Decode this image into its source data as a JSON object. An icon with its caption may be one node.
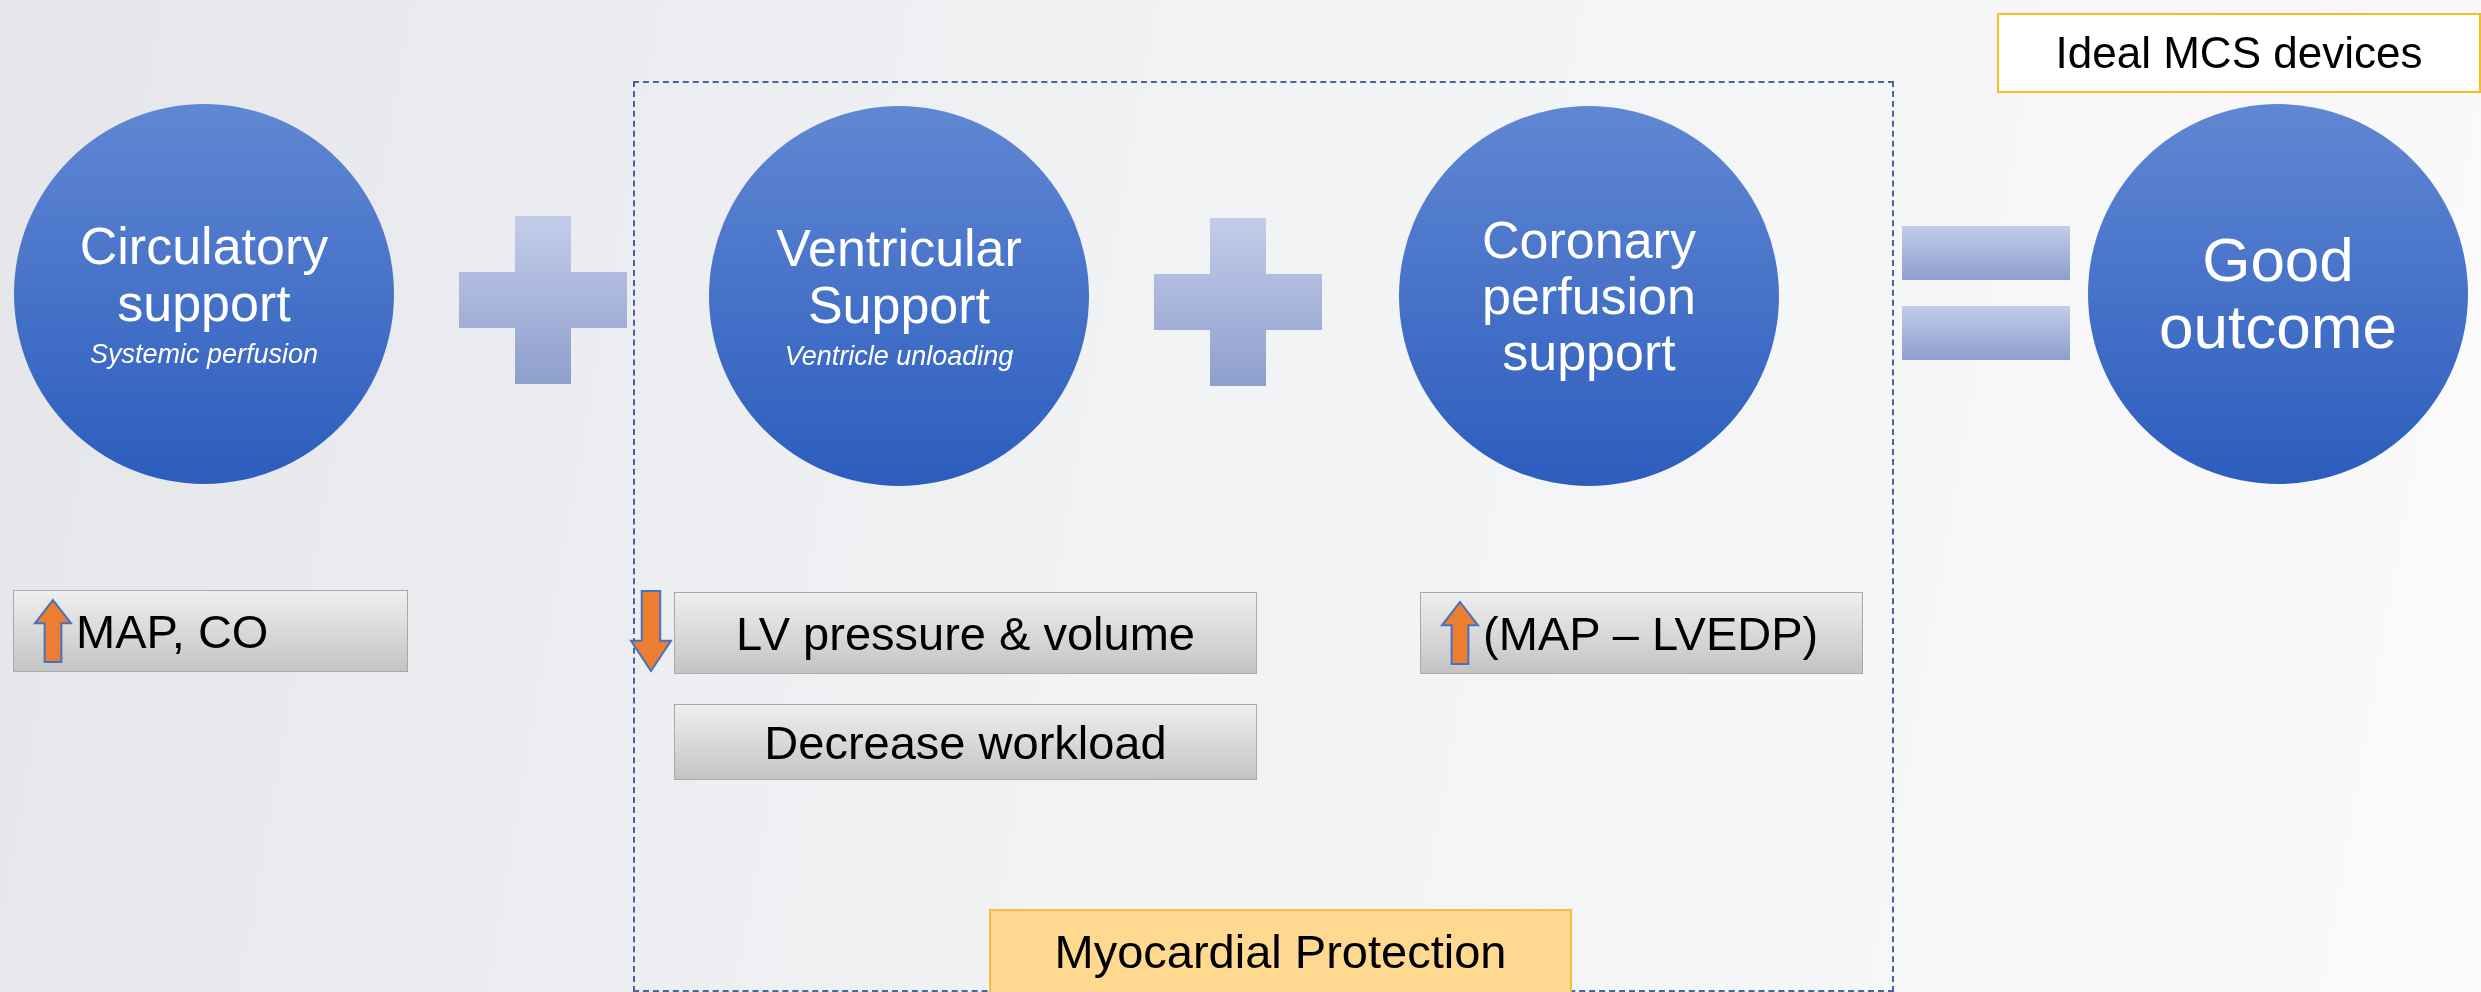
{
  "diagram": {
    "nodes": [
      {
        "text": [
          "Circulatory support",
          "Systemic perfusion"
        ]
      },
      {
        "text": [
          "Myocardial Protection"
        ]
      },
      {
        "text": [
          "Ventricular Support",
          "Ventricle unloading"
        ],
        "in": 1
      },
      {
        "text": [
          "Coronary perfusion support"
        ],
        "in": 1
      },
      {
        "text": [
          "Ideal MCS devices"
        ]
      },
      {
        "text": [
          "Good outcome"
        ]
      },
      {
        "text": [
          "MAP, CO"
        ]
      },
      {
        "text": [
          "LV pressure & volume"
        ],
        "in": 1
      },
      {
        "text": [
          "Decrease workload"
        ],
        "in": 1
      },
      {
        "text": [
          "(MAP – LVEDP)"
        ],
        "in": 1
      },
      {
        "text": [],
        "shape": "plus"
      },
      {
        "text": [],
        "shape": "plus",
        "in": 1
      },
      {
        "text": [],
        "shape": "equals"
      }
    ]
  }
}
